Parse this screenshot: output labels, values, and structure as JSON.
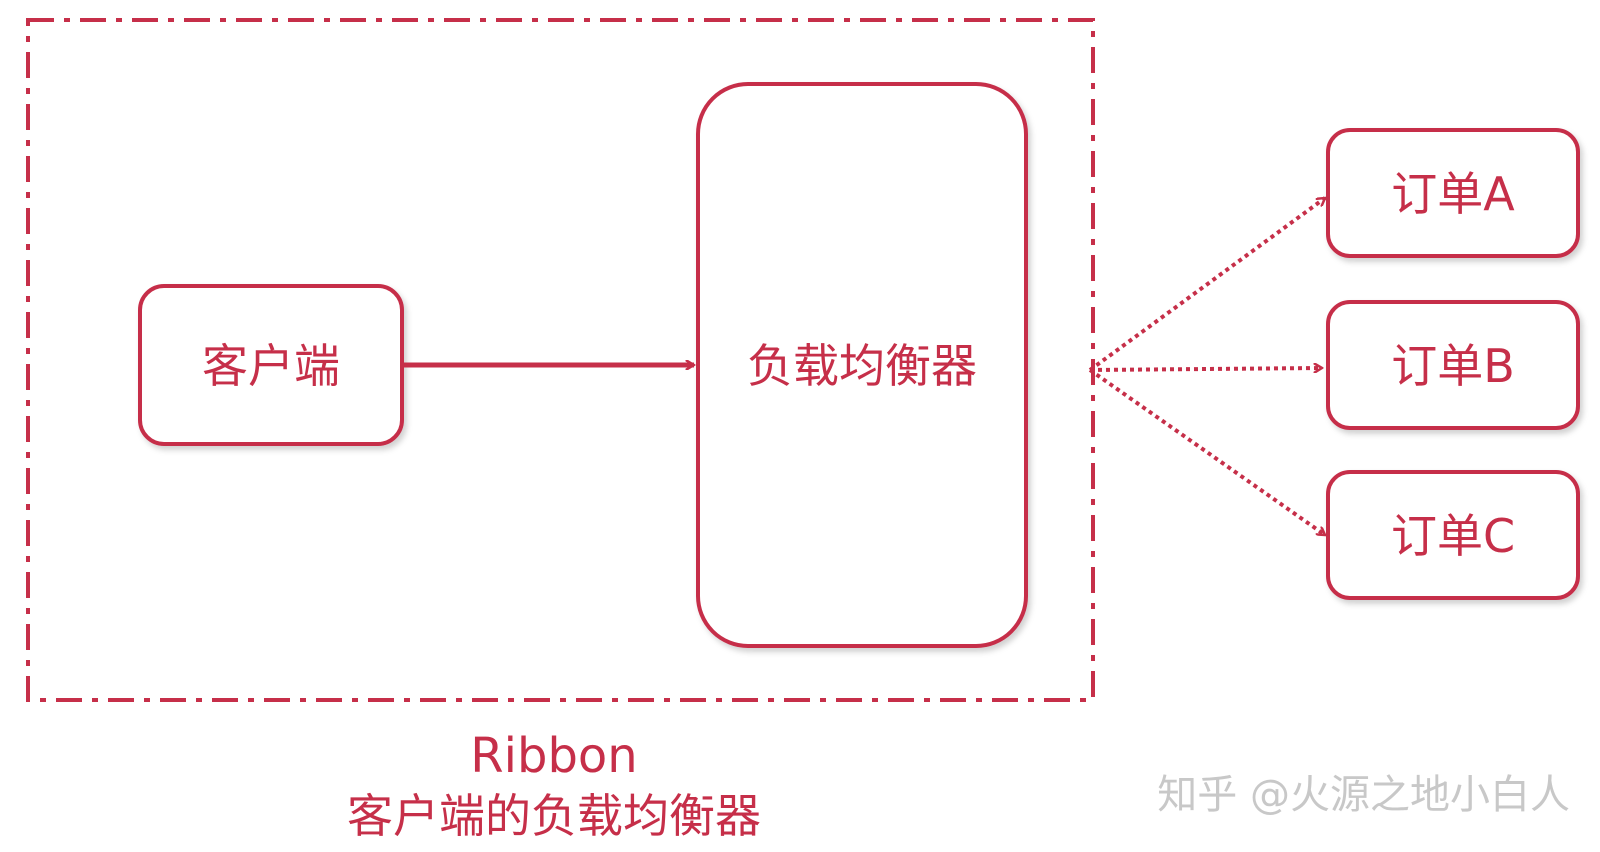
{
  "diagram": {
    "title": "Ribbon",
    "subtitle": "客户端的负载均衡器",
    "nodes": {
      "client": "客户端",
      "load_balancer": "负载均衡器",
      "order_a": "订单A",
      "order_b": "订单B",
      "order_c": "订单C"
    }
  },
  "watermark": "知乎 @火源之地小白人",
  "colors": {
    "accent": "#c62f49",
    "watermark": "#c8c8c8",
    "background": "#ffffff"
  },
  "icons": {
    "watermark_logo": "zhihu-logo"
  }
}
